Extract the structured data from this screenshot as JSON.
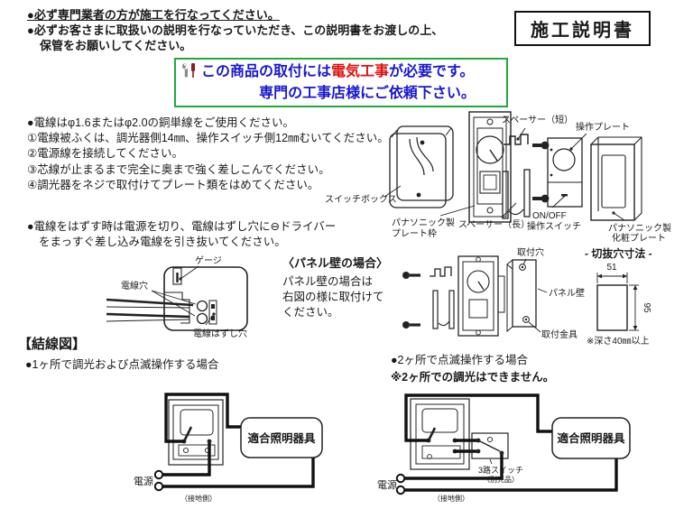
{
  "title_box": "施工説明書",
  "header": {
    "line1": "●必ず専門業者の方が施工を行なってください。",
    "line2": "●必ずお客さまに取扱いの説明を行なっていただき、この説明書をお渡しの上、",
    "line3": "保管をお願いしてください。"
  },
  "notice": {
    "line1_pre": "この商品の取付には",
    "line1_em": "電気工事",
    "line1_post": "が必要です。",
    "line2": "専門の工事店様にご依頼下さい。",
    "border_color": "#1faa3c",
    "text_color": "#1818cc",
    "em_color": "#dd1111",
    "icon": "tools-icon"
  },
  "wiring_instructions": {
    "use_wire": "●電線はφ1.6またはφ2.0の銅単線をご使用ください。",
    "steps": [
      "①電線被ふくは、調光器側14㎜、操作スイッチ側12㎜むいてください。",
      "②電源線を接続してください。",
      "③芯線が止まるまで完全に奥まで強く差しこんでください。",
      "④調光器をネジで取付けてプレート類をはめてください。"
    ],
    "remove1": "●電線をはずす時は電源を切り、電線はずし穴に⊖ドライバー",
    "remove2": "をまっすぐ差し込み電線を引き抜いてください。"
  },
  "gauge": {
    "gauge_label": "ゲージ",
    "wire_hole_label": "電線穴",
    "release_hole_label": "電線はずし穴"
  },
  "panel_case": {
    "heading": "〈パネル壁の場合〉",
    "l1": "パネル壁の場合は",
    "l2": "右図の様に取付けて",
    "l3": "ください。"
  },
  "exploded": {
    "switch_box": "スイッチボックス",
    "spacer_short": "スペーサー（短）",
    "op_plate": "操作プレート",
    "frame1": "パナソニック製",
    "frame2": "プレート枠",
    "spacer_long": "スペーサー（長）",
    "onoff1": "ON/OFF",
    "onoff2": "操作スイッチ",
    "deco1": "パナソニック製",
    "deco2": "化粧プレート"
  },
  "panel_diagram": {
    "mount_hole": "取付穴",
    "panel_wall": "パネル壁",
    "bracket": "取付金具"
  },
  "cutout": {
    "title": "- 切抜穴寸法 -",
    "w": "51",
    "h": "95",
    "depth": "※深さ40㎜以上"
  },
  "wiring": {
    "heading": "【結線図】",
    "case1_title": "●1ヶ所で調光および点滅操作する場合",
    "case2_title": "●2ヶ所で点滅操作する場合",
    "case2_note": "※2ヶ所での調光はできません。",
    "power": "電源",
    "ground": "（接地側）",
    "fixture": "適合照明器具",
    "sw3_1": "3路スイッチ",
    "sw3_2": "（別売品）"
  }
}
